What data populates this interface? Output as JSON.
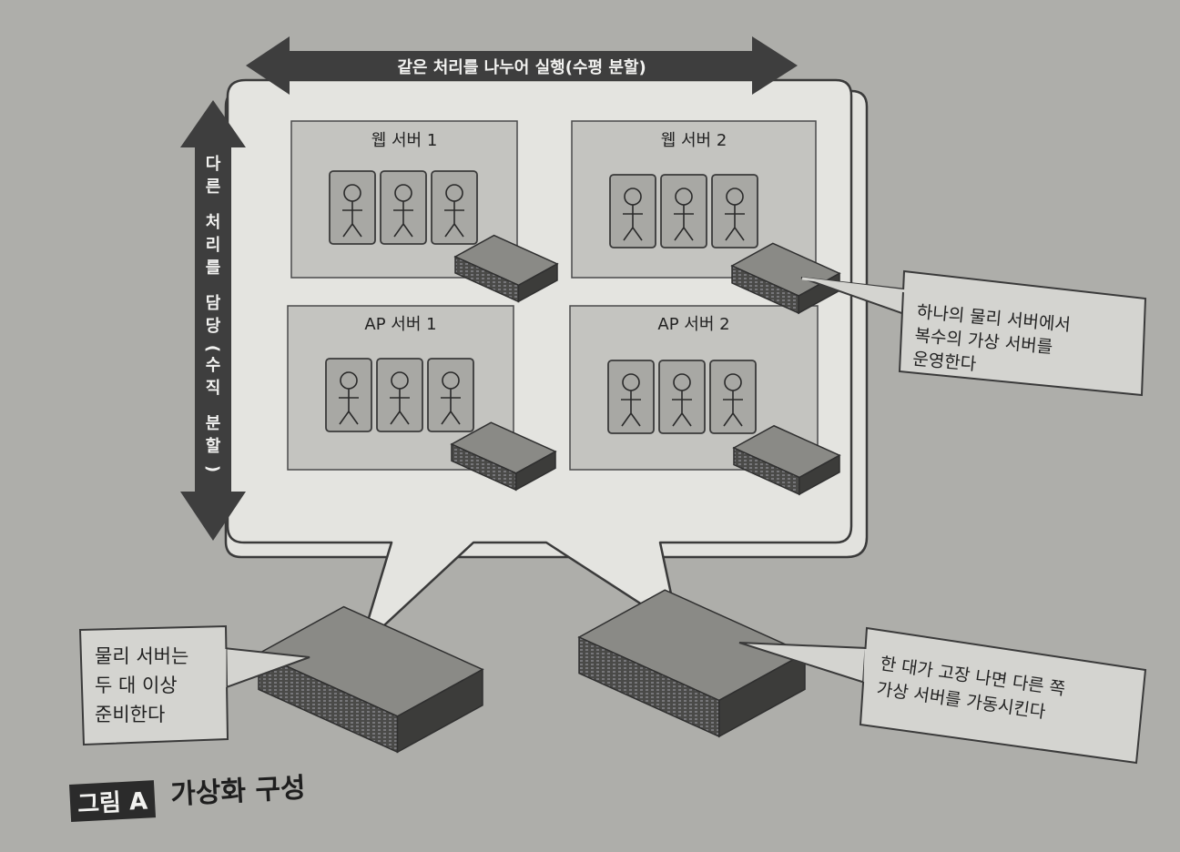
{
  "diagram": {
    "horizontal_arrow_label": "같은 처리를 나누어 실행(수평 분할)",
    "vertical_arrow_label": "다른 처리를 담당(수직 분할)",
    "servers": [
      {
        "label": "웹 서버 1"
      },
      {
        "label": "웹 서버 2"
      },
      {
        "label": "AP 서버 1"
      },
      {
        "label": "AP 서버 2"
      }
    ],
    "callouts": {
      "virtual": [
        "하나의 물리 서버에서",
        "복수의 가상 서버를",
        "운영한다"
      ],
      "physical": [
        "물리 서버는",
        "두 대 이상",
        "준비한다"
      ],
      "failover": [
        "한 대가 고장 나면 다른 쪽",
        "가상 서버를 가동시킨다"
      ]
    }
  },
  "figure": {
    "label": "그림 A",
    "title": "가상화 구성"
  },
  "colors": {
    "page": "#aeaeaa",
    "bubble": "#e2e2de",
    "panel": "#c4c4c0",
    "arrow": "#3e3e3e",
    "server_top": "#8a8a86",
    "server_front": "#4a4a48"
  }
}
